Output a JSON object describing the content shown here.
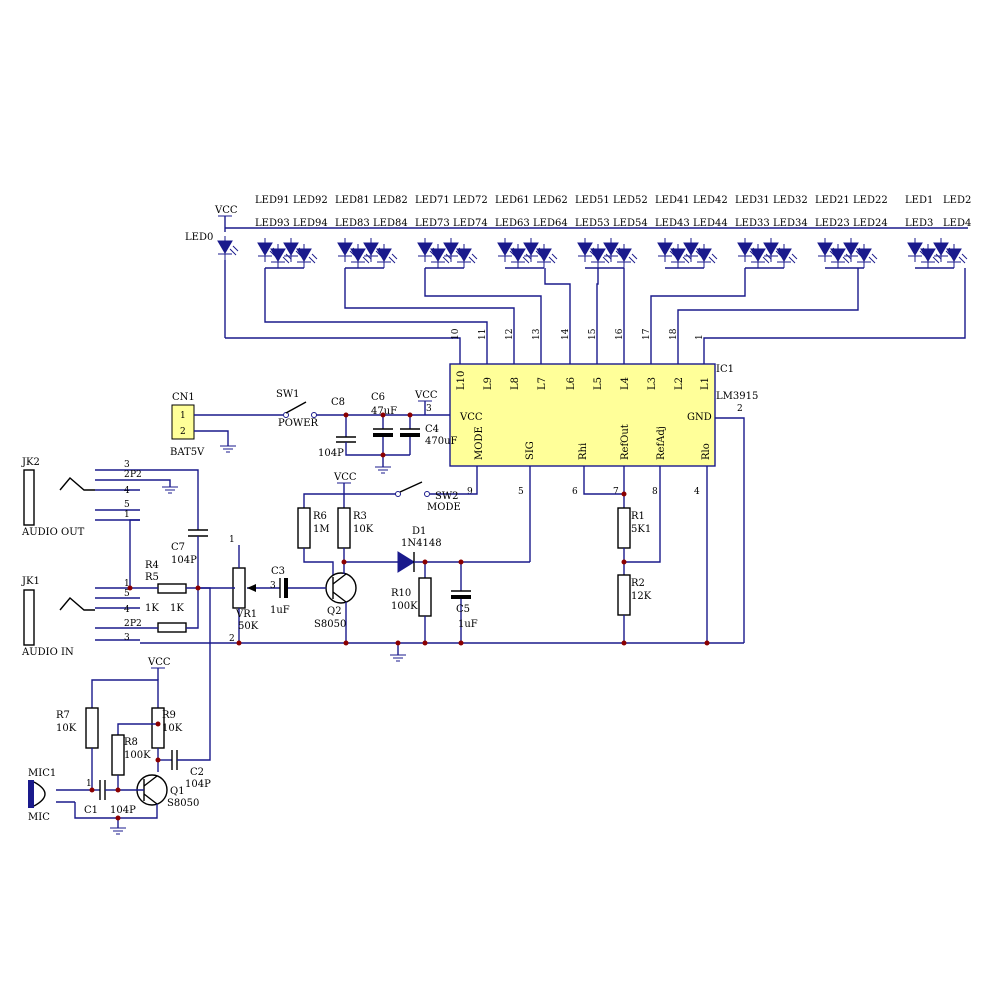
{
  "ic": {
    "ref": "IC1",
    "part": "LM3915",
    "top_pins": [
      "L10",
      "L9",
      "L8",
      "L7",
      "L6",
      "L5",
      "L4",
      "L3",
      "L2",
      "L1"
    ],
    "top_nums": [
      "10",
      "11",
      "12",
      "13",
      "14",
      "15",
      "16",
      "17",
      "18",
      "1"
    ],
    "vcc": "VCC",
    "mode": "MODE",
    "gnd": "GND",
    "sig": "SIG",
    "rhi": "Rhi",
    "refout": "RefOut",
    "refadj": "RefAdj",
    "rlo": "Rlo",
    "num_vcc": "3",
    "num_gnd": "2",
    "num_mode": "9",
    "num_sig": "5",
    "num_rhi": "6",
    "num_refout": "7",
    "num_refadj": "8",
    "num_rlo": "4"
  },
  "leds": {
    "led0": "LED0",
    "vcc": "VCC",
    "groups": [
      {
        "a": "LED91",
        "b": "LED92",
        "c": "LED93",
        "d": "LED94"
      },
      {
        "a": "LED81",
        "b": "LED82",
        "c": "LED83",
        "d": "LED84"
      },
      {
        "a": "LED71",
        "b": "LED72",
        "c": "LED73",
        "d": "LED74"
      },
      {
        "a": "LED61",
        "b": "LED62",
        "c": "LED63",
        "d": "LED64"
      },
      {
        "a": "LED51",
        "b": "LED52",
        "c": "LED53",
        "d": "LED54"
      },
      {
        "a": "LED41",
        "b": "LED42",
        "c": "LED43",
        "d": "LED44"
      },
      {
        "a": "LED31",
        "b": "LED32",
        "c": "LED33",
        "d": "LED34"
      },
      {
        "a": "LED21",
        "b": "LED22",
        "c": "LED23",
        "d": "LED24"
      },
      {
        "a": "LED1",
        "b": "LED2",
        "c": "LED3",
        "d": "LED4"
      }
    ]
  },
  "power": {
    "cn1": "CN1",
    "cn1_p1": "1",
    "cn1_p2": "2",
    "bat": "BAT5V",
    "sw1": "SW1",
    "power": "POWER",
    "c8": "C8",
    "c8v": "104P",
    "c6": "C6",
    "c6v": "47uF",
    "c4": "C4",
    "c4v": "470uF",
    "vcc": "VCC"
  },
  "mode": {
    "sw2": "SW2",
    "label": "MODE",
    "vcc": "VCC"
  },
  "jacks": {
    "jk2": "JK2",
    "jk2_name": "AUDIO OUT",
    "jk1": "JK1",
    "jk1_name": "AUDIO IN",
    "p3": "3",
    "p2": "2",
    "p4": "4",
    "p5": "5",
    "p1": "1",
    "p2label": "P2"
  },
  "parts": {
    "c7": "C7",
    "c7v": "104P",
    "r4": "R4",
    "r5": "R5",
    "r4v": "1K",
    "r5v": "1K",
    "vr1": "VR1",
    "vr1v": "50K",
    "vr1_p1": "1",
    "vr1_p2": "2",
    "vr1_p3": "3",
    "c3": "C3",
    "c3v": "1uF",
    "r6": "R6",
    "r6v": "1M",
    "r3": "R3",
    "r3v": "10K",
    "q2": "Q2",
    "q2v": "S8050",
    "d1": "D1",
    "d1v": "1N4148",
    "r10": "R10",
    "r10v": "100K",
    "c5": "C5",
    "c5v": "1uF",
    "r1": "R1",
    "r1v": "5K1",
    "r2": "R2",
    "r2v": "12K"
  },
  "mic": {
    "vcc": "VCC",
    "r7": "R7",
    "r7v": "10K",
    "r8": "R8",
    "r8v": "100K",
    "r9": "R9",
    "r9v": "10K",
    "c1": "C1",
    "c1v": "104P",
    "c2": "C2",
    "c2v": "104P",
    "q1": "Q1",
    "q1v": "S8050",
    "mic1": "MIC1",
    "mic": "MIC",
    "pin1": "1"
  },
  "colors": {
    "wire": "#1a1a8c",
    "ic_fill": "#ffff99",
    "junction": "#8b0000"
  }
}
